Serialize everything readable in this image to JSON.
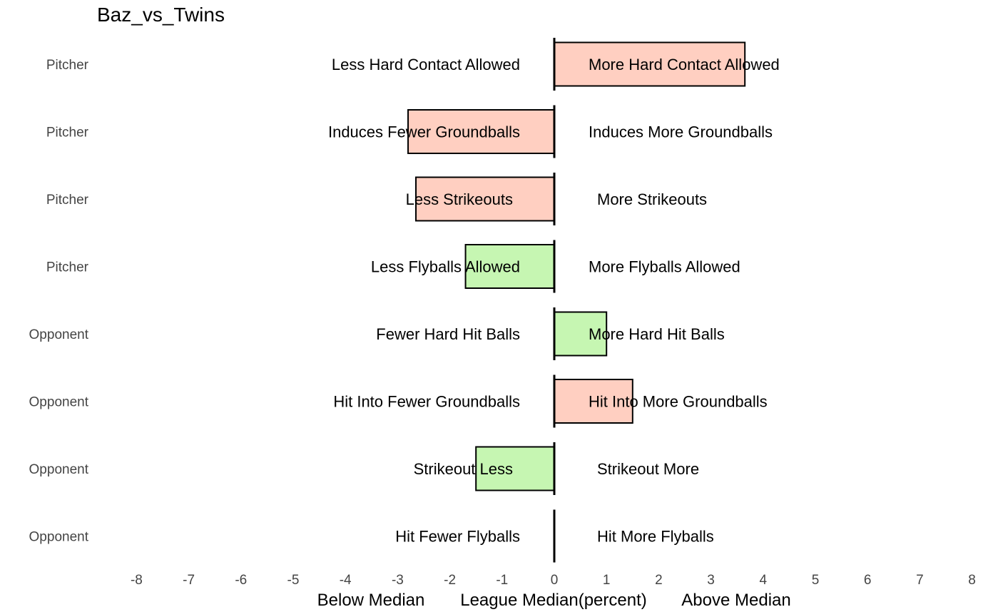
{
  "chart_data": {
    "type": "bar",
    "orientation": "horizontal",
    "title": "Baz_vs_Twins",
    "xlim": [
      -8,
      8
    ],
    "x_ticks": [
      "-8",
      "-7",
      "-6",
      "-5",
      "-4",
      "-3",
      "-2",
      "-1",
      "0",
      "1",
      "2",
      "3",
      "4",
      "5",
      "6",
      "7",
      "8"
    ],
    "x_captions": {
      "left": "Below Median",
      "center": "League Median(percent)",
      "right": "Above Median"
    },
    "grid": false,
    "colors": {
      "unfavorable": "#ffcfc1",
      "favorable": "#c6f6b2",
      "outline": "#000000",
      "median_line": "#000000"
    },
    "rows": [
      {
        "group": "Pitcher",
        "left_label": "Less Hard Contact Allowed",
        "right_label": "More Hard Contact Allowed",
        "value": 3.65,
        "fill": "unfavorable"
      },
      {
        "group": "Pitcher",
        "left_label": "Induces Fewer Groundballs",
        "right_label": "Induces More Groundballs",
        "value": -2.8,
        "fill": "unfavorable"
      },
      {
        "group": "Pitcher",
        "left_label": "Less Strikeouts",
        "right_label": "More Strikeouts",
        "value": -2.65,
        "fill": "unfavorable"
      },
      {
        "group": "Pitcher",
        "left_label": "Less Flyballs Allowed",
        "right_label": "More Flyballs Allowed",
        "value": -1.7,
        "fill": "favorable"
      },
      {
        "group": "Opponent",
        "left_label": "Fewer Hard Hit Balls",
        "right_label": "More Hard Hit Balls",
        "value": 1.0,
        "fill": "favorable"
      },
      {
        "group": "Opponent",
        "left_label": "Hit Into Fewer Groundballs",
        "right_label": "Hit Into More Groundballs",
        "value": 1.5,
        "fill": "unfavorable"
      },
      {
        "group": "Opponent",
        "left_label": "Strikeout Less",
        "right_label": "Strikeout More",
        "value": -1.5,
        "fill": "favorable"
      },
      {
        "group": "Opponent",
        "left_label": "Hit Fewer Flyballs",
        "right_label": "Hit More Flyballs",
        "value": 0.0,
        "fill": "unfavorable"
      }
    ]
  }
}
